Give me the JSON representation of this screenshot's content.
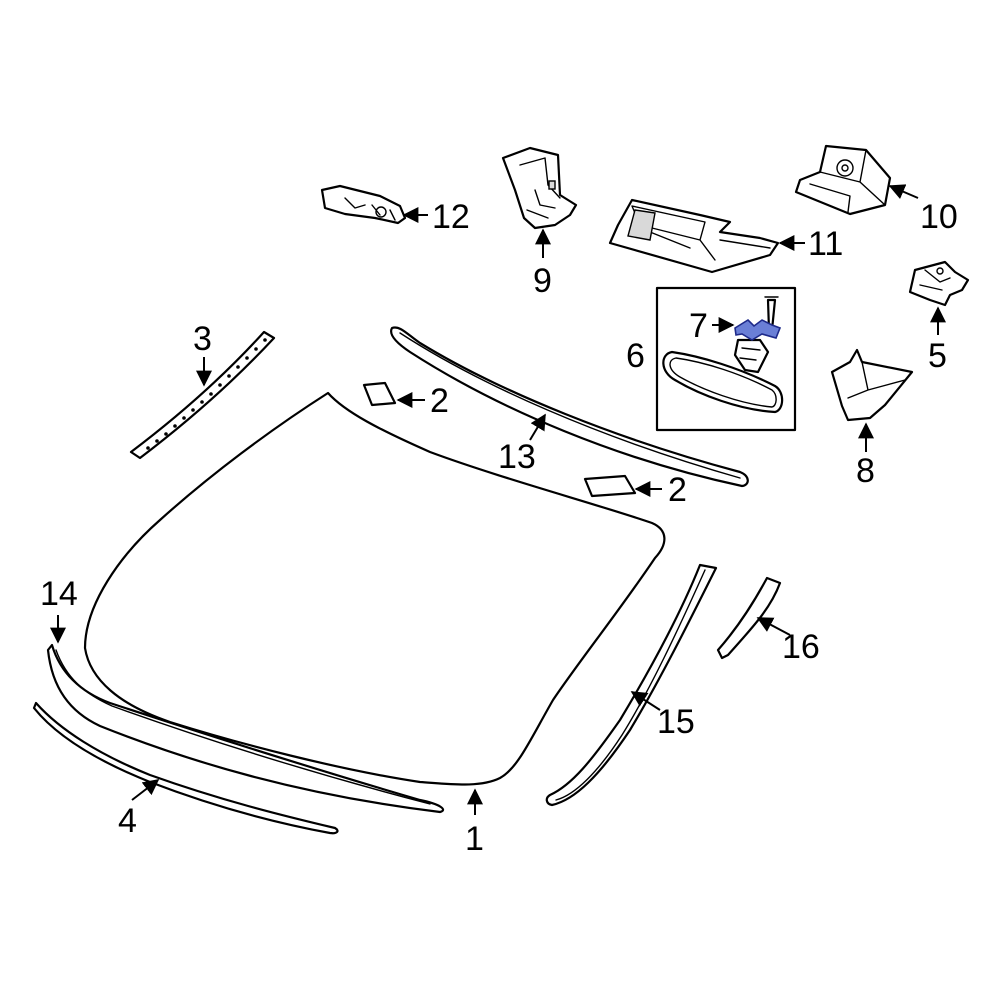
{
  "callouts": {
    "c1": "1",
    "c2a": "2",
    "c2b": "2",
    "c3": "3",
    "c4": "4",
    "c5": "5",
    "c6": "6",
    "c7": "7",
    "c8": "8",
    "c9": "9",
    "c10": "10",
    "c11": "11",
    "c12": "12",
    "c13": "13",
    "c14": "14",
    "c15": "15",
    "c16": "16"
  },
  "colors": {
    "line": "#000000",
    "background": "#ffffff",
    "highlight": "#6a7fd6"
  },
  "highlighted_part": "7"
}
